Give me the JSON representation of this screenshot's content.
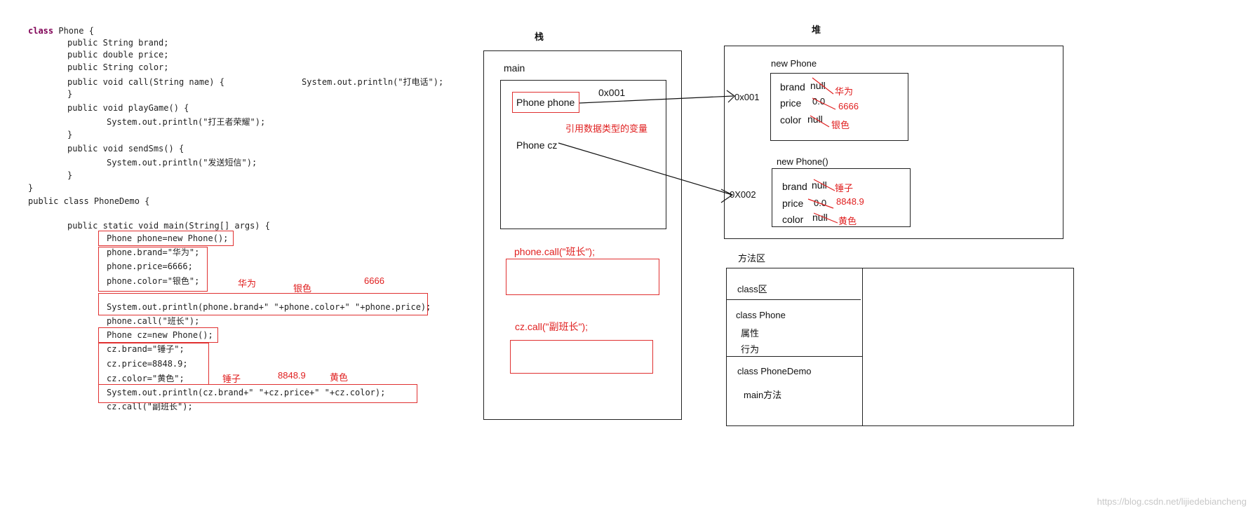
{
  "code": {
    "class_phone": "class Phone {",
    "brand_decl": "public String brand;",
    "price_decl": "public double price;",
    "color_decl": "public String color;",
    "call_sig": "public void call(String name) {",
    "call_body": "System.out.println(\"打电话\");",
    "close1": "}",
    "play_sig": "public void playGame() {",
    "play_body": "System.out.println(\"打王者荣耀\");",
    "close2": "}",
    "sms_sig": "public void sendSms() {",
    "sms_body": "System.out.println(\"发送短信\");",
    "close3": "}",
    "close4": "}",
    "class_demo": "public class PhoneDemo {",
    "main_sig": "public static void main(String[] args) {",
    "new_phone": "Phone phone=new Phone();",
    "set_brand": "phone.brand=\"华为\";",
    "set_price": "phone.price=6666;",
    "set_color": "phone.color=\"银色\";",
    "print_phone": "System.out.println(phone.brand+\" \"+phone.color+\" \"+phone.price);",
    "call_phone": "phone.call(\"班长\");",
    "new_cz": "Phone cz=new Phone();",
    "cz_brand": "cz.brand=\"锤子\";",
    "cz_price": "cz.price=8848.9;",
    "cz_color": "cz.color=\"黄色\";",
    "print_cz": "System.out.println(cz.brand+\" \"+cz.price+\" \"+cz.color);",
    "call_cz": "cz.call(\"副班长\");"
  },
  "code_notes": {
    "phone_values": [
      "华为",
      "银色",
      "6666"
    ],
    "cz_values": [
      "锤子",
      "8848.9",
      "黄色"
    ]
  },
  "stack": {
    "title": "栈",
    "frame_label": "main",
    "phone_var": "Phone  phone",
    "phone_addr": "0x001",
    "ref_note": "引用数据类型的变量",
    "cz_var": "Phone cz",
    "call1": "phone.call(\"班长\");",
    "call2": "cz.call(\"副班长\");"
  },
  "heap": {
    "title": "堆",
    "obj1": {
      "title": "new Phone",
      "addr": "0x001",
      "fields": [
        {
          "name": "brand",
          "default": "null",
          "value": "华为"
        },
        {
          "name": "price",
          "default": "0.0",
          "value": "6666"
        },
        {
          "name": "color",
          "default": "null",
          "value": "银色"
        }
      ]
    },
    "obj2": {
      "title": "new Phone()",
      "addr": "0X002",
      "fields": [
        {
          "name": "brand",
          "default": "null",
          "value": "锤子"
        },
        {
          "name": "price",
          "default": "0.0",
          "value": "8848.9"
        },
        {
          "name": "color",
          "default": "null",
          "value": "黄色"
        }
      ]
    }
  },
  "method_area": {
    "title": "方法区",
    "class_area": "class区",
    "class_phone": "class Phone",
    "attr": "属性",
    "behavior": "行为",
    "class_demo": "class PhoneDemo",
    "main_method": "main方法"
  },
  "watermark": "https://blog.csdn.net/lijiedebiancheng",
  "colors": {
    "annotation": "#e02020",
    "keyword": "#7f0055",
    "field": "#0000c0"
  }
}
